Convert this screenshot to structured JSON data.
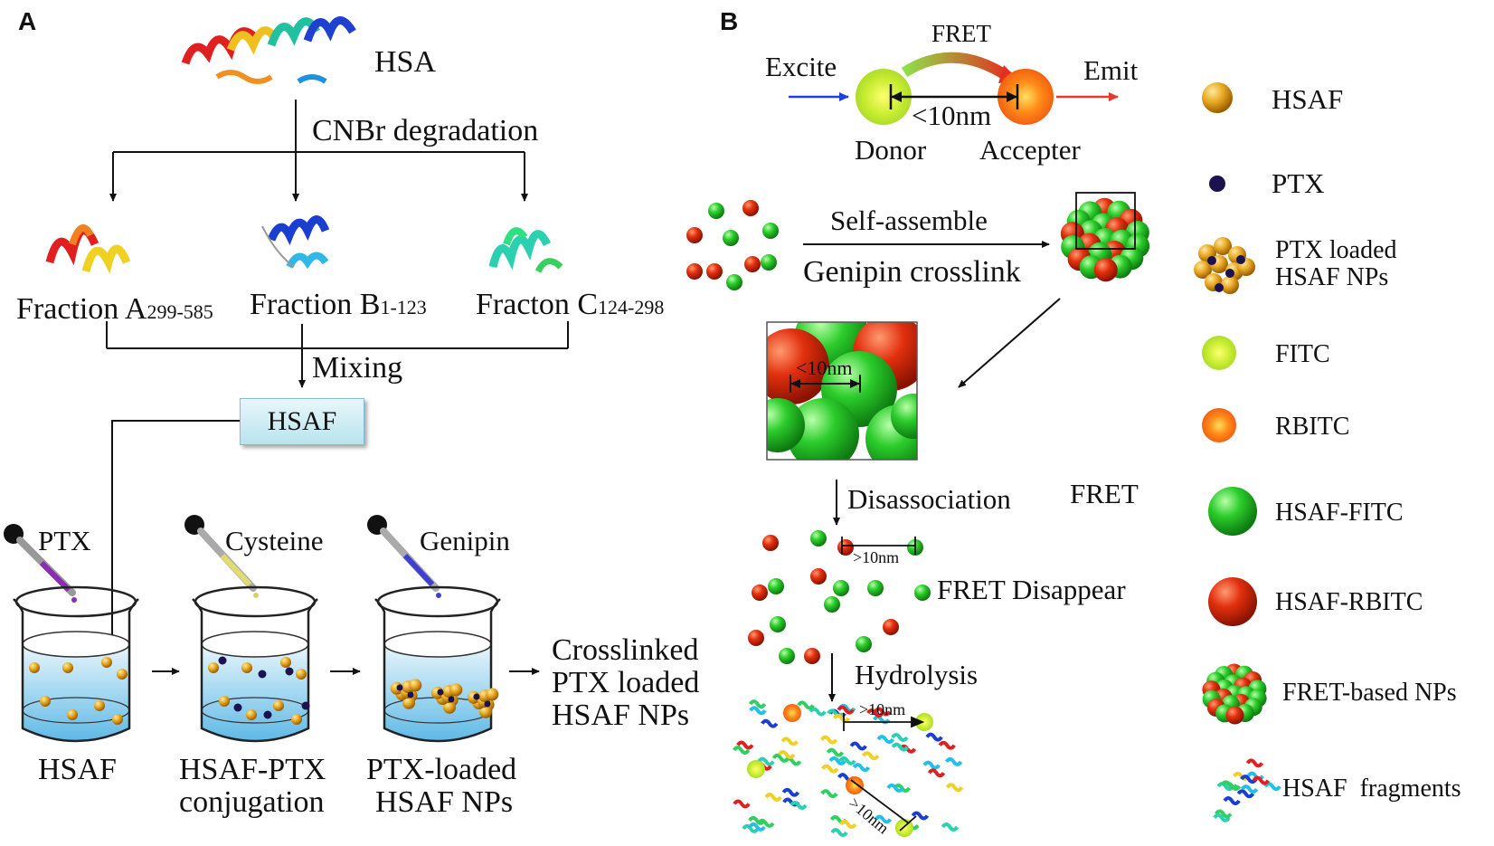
{
  "panel_a": {
    "label": "A",
    "hsa": "HSA",
    "degradation": "CNBr degradation",
    "fractions": [
      {
        "prefix": "Fraction A",
        "sub": "299-585"
      },
      {
        "prefix": "Fraction B",
        "sub": "1-123"
      },
      {
        "prefix": "Fracton C",
        "sub": "124-298"
      }
    ],
    "mixing": "Mixing",
    "hsaf_box": "HSAF",
    "droppers": [
      "PTX",
      "Cysteine",
      "Genipin"
    ],
    "beaker_labels": [
      "HSAF",
      "HSAF-PTX",
      "conjugation",
      "PTX-loaded",
      "HSAF NPs"
    ],
    "result": [
      "Crosslinked",
      "PTX loaded",
      "HSAF NPs"
    ]
  },
  "panel_b": {
    "label": "B",
    "fret": "FRET",
    "excite": "Excite",
    "emit": "Emit",
    "distance": "<10nm",
    "donor": "Donor",
    "accepter": "Accepter",
    "self_assemble": "Self-assemble",
    "crosslink": "Genipin crosslink",
    "zoom_distance": "<10nm",
    "disassociation": "Disassociation",
    "fret2": "FRET",
    "gt10": ">10nm",
    "fret_disappear": "FRET Disappear",
    "hydrolysis": "Hydrolysis",
    "gt10b": ">10nm",
    "gt10c": ">10nm"
  },
  "legend": [
    {
      "label": "HSAF",
      "icon": "gold-sphere-icon"
    },
    {
      "label": "PTX",
      "icon": "dark-dot-icon"
    },
    {
      "label": "PTX loaded",
      "icon": "ptx-loaded-np-icon"
    },
    {
      "label": "HSAF NPs",
      "icon": ""
    },
    {
      "label": "FITC",
      "icon": "yellow-sphere-icon"
    },
    {
      "label": "RBITC",
      "icon": "orange-sphere-icon"
    },
    {
      "label": "HSAF-FITC",
      "icon": "green-sphere-icon"
    },
    {
      "label": "HSAF-RBITC",
      "icon": "red-sphere-icon"
    },
    {
      "label": "FRET-based NPs",
      "icon": "fret-np-icon"
    },
    {
      "label": "HSAF  fragments",
      "icon": "fragments-icon"
    }
  ],
  "colors": {
    "green": "#22b22a",
    "red": "#d9250c",
    "gold": "#e0a020",
    "ptx": "#1b1250",
    "blue_arrow": "#1f3fe0",
    "red_arrow": "#e53a2a"
  }
}
